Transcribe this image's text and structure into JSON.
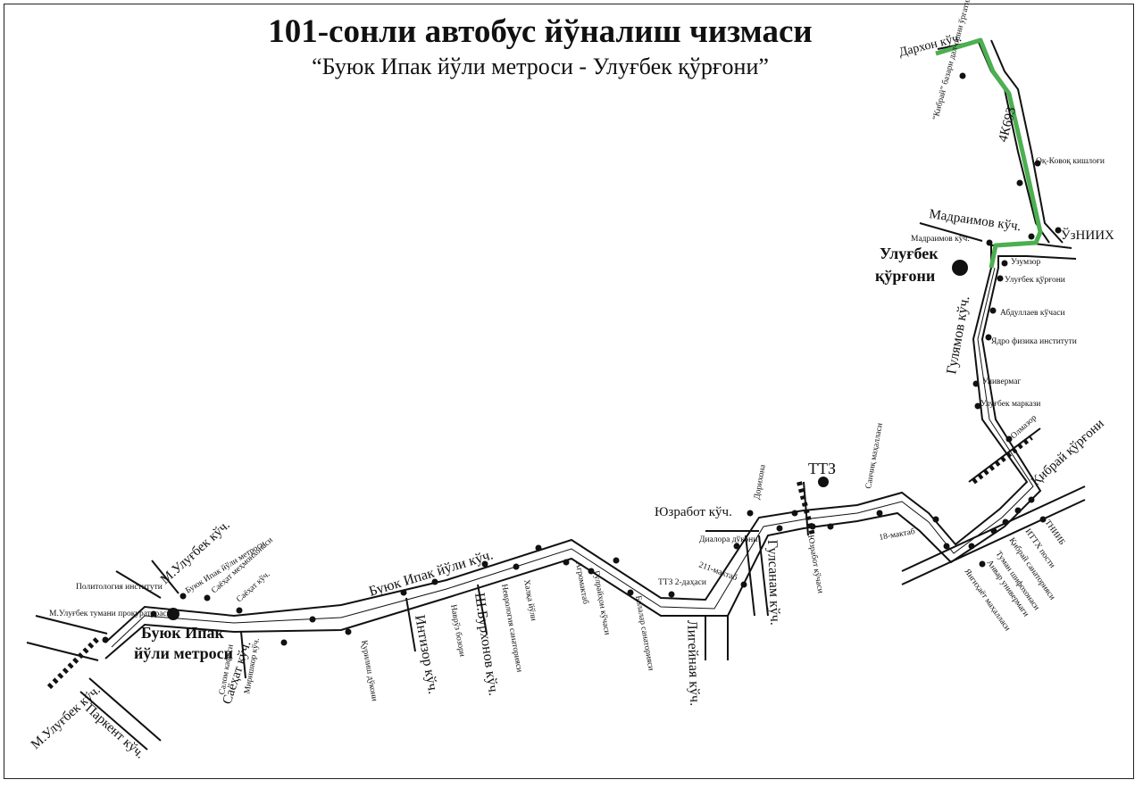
{
  "title": "101-сонли автобус йўналиш чизмаси",
  "subtitle": "“Буюк Ипак йўли метроси - Улуғбек қўрғони”",
  "colors": {
    "route": "#4caf50",
    "road": "#111111",
    "background": "#ffffff"
  },
  "terminals": [
    {
      "id": "metro",
      "lines": [
        "Буюк Ипак",
        "йўли метроси"
      ]
    },
    {
      "id": "qurgoni",
      "lines": [
        "Улуғбек",
        "қўрғони"
      ]
    },
    {
      "id": "ttz",
      "lines": [
        "ТТЗ"
      ]
    }
  ],
  "streets": [
    {
      "id": "m-ulugbek-top",
      "text": "М.Улуғбек кўч."
    },
    {
      "id": "m-ulugbek-bottom",
      "text": "М.Улуғбек кўч."
    },
    {
      "id": "parkent",
      "text": "Паркент кўч."
    },
    {
      "id": "sayohat",
      "text": "Саёҳат кўч."
    },
    {
      "id": "buyuk-ipak",
      "text": "Буюк Ипак йўли кўч."
    },
    {
      "id": "intizor",
      "text": "Интизор кўч."
    },
    {
      "id": "burkhonov",
      "text": "Ш.Бурхонов кўч."
    },
    {
      "id": "lig",
      "text": "Лигейная кўч."
    },
    {
      "id": "yuzrabot",
      "text": "Юзработ кўч."
    },
    {
      "id": "gulsanam",
      "text": "Гулсанам кўч."
    },
    {
      "id": "gulyamov",
      "text": "Гулямов кўч."
    },
    {
      "id": "madraimov",
      "text": "Мадраимов кўч."
    },
    {
      "id": "darkhon",
      "text": "Дархон кўч."
    },
    {
      "id": "4k693",
      "text": "4К693"
    },
    {
      "id": "uzniih",
      "text": "ЎзНИИХ"
    },
    {
      "id": "kibray",
      "text": "Қибрай қўрғони"
    }
  ],
  "stops": [
    {
      "id": "politologiya",
      "text": "Политология институти"
    },
    {
      "id": "prokuratura",
      "text": "М.Улуғбек тумани прокуратураси"
    },
    {
      "id": "buyuk-ipak-metrosi",
      "text": "Буюк Ипак йўли метроси"
    },
    {
      "id": "sayohat-mehmon",
      "text": "Саёҳат меҳмонхонаси"
    },
    {
      "id": "sayohat-kuch",
      "text": "Саёҳат кўч."
    },
    {
      "id": "salom",
      "text": "Салом кафеси"
    },
    {
      "id": "mirishkor",
      "text": "Миришкор кўч."
    },
    {
      "id": "kurilish",
      "text": "Қурилиш дўкони"
    },
    {
      "id": "navruz",
      "text": "Наврўз бозори"
    },
    {
      "id": "nevrologiya",
      "text": "Неврология санаторияси"
    },
    {
      "id": "khalqa",
      "text": "Халқа йўли"
    },
    {
      "id": "agromaktab",
      "text": "Агромактаб"
    },
    {
      "id": "gulrayhon",
      "text": "Гулрайҳон кўчаси"
    },
    {
      "id": "bolalar",
      "text": "Болалар санаторияси"
    },
    {
      "id": "ttz2",
      "text": "ТТЗ 2-даҳаси"
    },
    {
      "id": "211-maktab",
      "text": "211-мактаб"
    },
    {
      "id": "dialora",
      "text": "Диалора дўкони"
    },
    {
      "id": "dorikhona",
      "text": "Дорихона"
    },
    {
      "id": "yuzrabot-kuchasi",
      "text": "Юзработ кўчаси"
    },
    {
      "id": "sanchik",
      "text": "Санчиқ маҳалласи"
    },
    {
      "id": "18-maktab",
      "text": "18-мактаб"
    },
    {
      "id": "ishon",
      "text": "Янгиҳаёт маҳалласи"
    },
    {
      "id": "anvar",
      "text": "Анвар универмаги"
    },
    {
      "id": "tuman",
      "text": "Туман шифохонаси"
    },
    {
      "id": "qibray-san",
      "text": "Қибрай санаторияси"
    },
    {
      "id": "ittx",
      "text": "ИТТХ пости"
    },
    {
      "id": "tniib",
      "text": "ТНИИБ"
    },
    {
      "id": "olmazor",
      "text": "Олмазор"
    },
    {
      "id": "ulugbek-markazi",
      "text": "Улуғбек маркази"
    },
    {
      "id": "univermag",
      "text": "Универмаг"
    },
    {
      "id": "yadro",
      "text": "Ядро физика институти"
    },
    {
      "id": "abdullaev",
      "text": "Абдуллаев кўчаси"
    },
    {
      "id": "ulugbek-qurgoni",
      "text": "Улуғбек қўрғони"
    },
    {
      "id": "uzumzor",
      "text": "Узумзор"
    },
    {
      "id": "madraimov-stop",
      "text": "Мадраимов кўч."
    },
    {
      "id": "ok-kovok",
      "text": "Оқ-Ковоқ кишлоғи"
    },
    {
      "id": "kibray-bazar",
      "text": "“Кибрай” базари дал-ошни ўргатиш"
    }
  ]
}
